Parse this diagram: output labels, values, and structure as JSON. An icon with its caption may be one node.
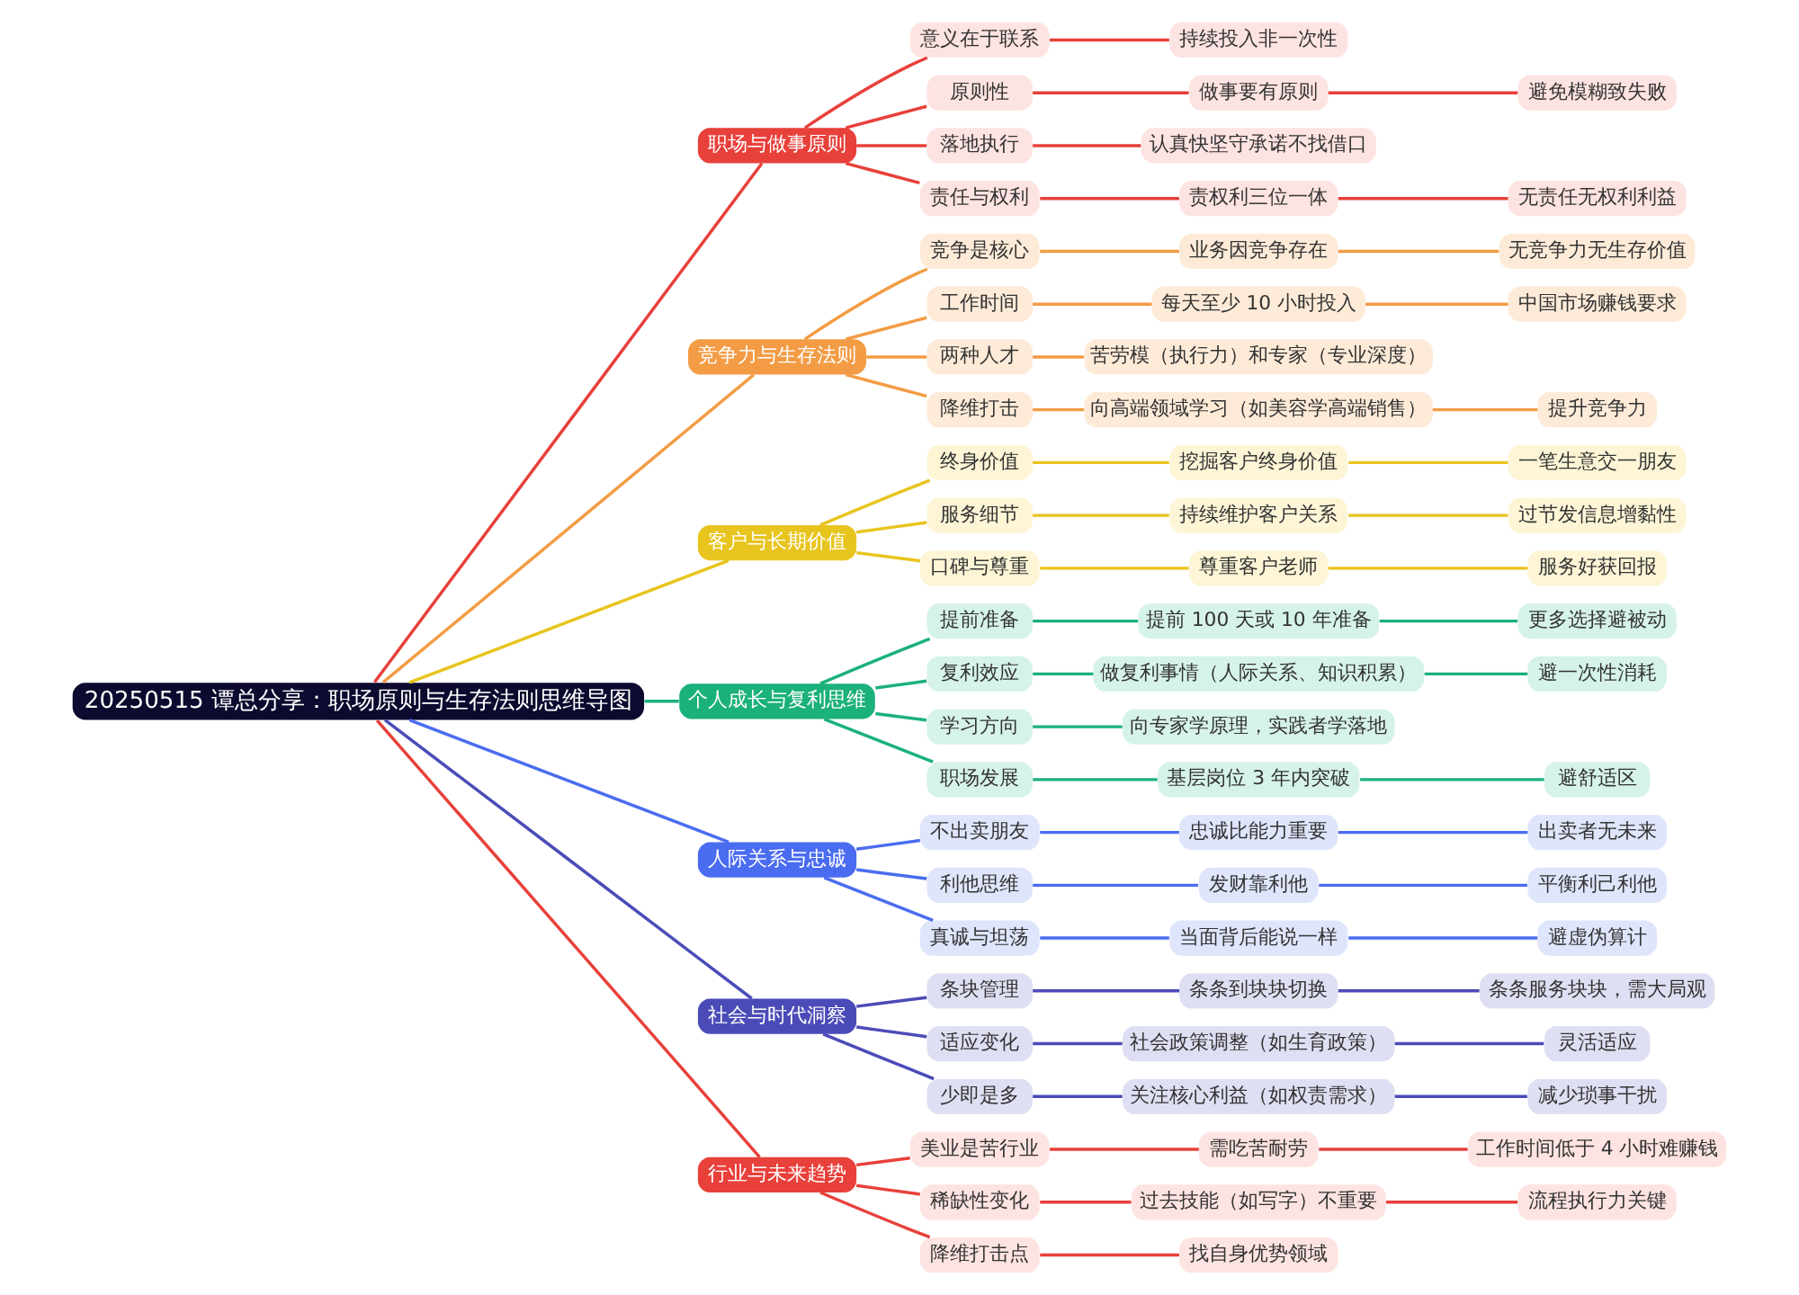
{
  "diagram": {
    "nodes": [
      {
        "text": [
          "20250515 谭总分享：职场原则与生存法则思维导图"
        ]
      },
      {
        "text": [
          "职场与做事原则"
        ]
      },
      {
        "text": [
          "意义在于联系"
        ]
      },
      {
        "text": [
          "持续投入非一次性"
        ]
      },
      {
        "text": [
          "原则性"
        ]
      },
      {
        "text": [
          "做事要有原则"
        ]
      },
      {
        "text": [
          "避免模糊致失败"
        ]
      },
      {
        "text": [
          "落地执行"
        ]
      },
      {
        "text": [
          "认真快坚守承诺不找借口"
        ]
      },
      {
        "text": [
          "责任与权利"
        ]
      },
      {
        "text": [
          "责权利三位一体"
        ]
      },
      {
        "text": [
          "无责任无权利利益"
        ]
      },
      {
        "text": [
          "竞争力与生存法则"
        ]
      },
      {
        "text": [
          "竞争是核心"
        ]
      },
      {
        "text": [
          "业务因竞争存在"
        ]
      },
      {
        "text": [
          "无竞争力无生存价值"
        ]
      },
      {
        "text": [
          "工作时间"
        ]
      },
      {
        "text": [
          "每天至少 10 小时投入"
        ]
      },
      {
        "text": [
          "中国市场赚钱要求"
        ]
      },
      {
        "text": [
          "两种人才"
        ]
      },
      {
        "text": [
          "苦劳模（执行力）和专家（专业深度）"
        ]
      },
      {
        "text": [
          "降维打击"
        ]
      },
      {
        "text": [
          "向高端领域学习（如美容学高端销售）"
        ]
      },
      {
        "text": [
          "提升竞争力"
        ]
      },
      {
        "text": [
          "客户与长期价值"
        ]
      },
      {
        "text": [
          "终身价值"
        ]
      },
      {
        "text": [
          "挖掘客户终身价值"
        ]
      },
      {
        "text": [
          "一笔生意交一朋友"
        ]
      },
      {
        "text": [
          "服务细节"
        ]
      },
      {
        "text": [
          "持续维护客户关系"
        ]
      },
      {
        "text": [
          "过节发信息增黏性"
        ]
      },
      {
        "text": [
          "口碑与尊重"
        ]
      },
      {
        "text": [
          "尊重客户老师"
        ]
      },
      {
        "text": [
          "服务好获回报"
        ]
      },
      {
        "text": [
          "个人成长与复利思维"
        ]
      },
      {
        "text": [
          "提前准备"
        ]
      },
      {
        "text": [
          "提前 100 天或 10 年准备"
        ]
      },
      {
        "text": [
          "更多选择避被动"
        ]
      },
      {
        "text": [
          "复利效应"
        ]
      },
      {
        "text": [
          "做复利事情（人际关系、知识积累）"
        ]
      },
      {
        "text": [
          "避一次性消耗"
        ]
      },
      {
        "text": [
          "学习方向"
        ]
      },
      {
        "text": [
          "向专家学原理，实践者学落地"
        ]
      },
      {
        "text": [
          "职场发展"
        ]
      },
      {
        "text": [
          "基层岗位 3 年内突破"
        ]
      },
      {
        "text": [
          "避舒适区"
        ]
      },
      {
        "text": [
          "人际关系与忠诚"
        ]
      },
      {
        "text": [
          "不出卖朋友"
        ]
      },
      {
        "text": [
          "忠诚比能力重要"
        ]
      },
      {
        "text": [
          "出卖者无未来"
        ]
      },
      {
        "text": [
          "利他思维"
        ]
      },
      {
        "text": [
          "发财靠利他"
        ]
      },
      {
        "text": [
          "平衡利己利他"
        ]
      },
      {
        "text": [
          "真诚与坦荡"
        ]
      },
      {
        "text": [
          "当面背后能说一样"
        ]
      },
      {
        "text": [
          "避虚伪算计"
        ]
      },
      {
        "text": [
          "社会与时代洞察"
        ]
      },
      {
        "text": [
          "条块管理"
        ]
      },
      {
        "text": [
          "条条到块块切换"
        ]
      },
      {
        "text": [
          "条条服务块块，需大局观"
        ]
      },
      {
        "text": [
          "适应变化"
        ]
      },
      {
        "text": [
          "社会政策调整（如生育政策）"
        ]
      },
      {
        "text": [
          "灵活适应"
        ]
      },
      {
        "text": [
          "少即是多"
        ]
      },
      {
        "text": [
          "关注核心利益（如权责需求）"
        ]
      },
      {
        "text": [
          "减少琐事干扰"
        ]
      },
      {
        "text": [
          "行业与未来趋势"
        ]
      },
      {
        "text": [
          "美业是苦行业"
        ]
      },
      {
        "text": [
          "需吃苦耐劳"
        ]
      },
      {
        "text": [
          "工作时间低于 4 小时难赚钱"
        ]
      },
      {
        "text": [
          "稀缺性变化"
        ]
      },
      {
        "text": [
          "过去技能（如写字）不重要"
        ]
      },
      {
        "text": [
          "流程执行力关键"
        ]
      },
      {
        "text": [
          "降维打击点"
        ]
      },
      {
        "text": [
          "找自身优势领域"
        ]
      }
    ],
    "edges": [
      {
        "from": 0,
        "to": 1,
        "arrow": "none",
        "color": "#e8403a"
      },
      {
        "from": 1,
        "to": 2,
        "arrow": "none",
        "color": "#e8403a"
      },
      {
        "from": 2,
        "to": 3,
        "arrow": "none",
        "color": "#e8403a"
      },
      {
        "from": 1,
        "to": 4,
        "arrow": "none",
        "color": "#e8403a"
      },
      {
        "from": 4,
        "to": 5,
        "arrow": "none",
        "color": "#e8403a"
      },
      {
        "from": 5,
        "to": 6,
        "arrow": "none",
        "color": "#e8403a"
      },
      {
        "from": 1,
        "to": 7,
        "arrow": "none",
        "color": "#e8403a"
      },
      {
        "from": 7,
        "to": 8,
        "arrow": "none",
        "color": "#e8403a"
      },
      {
        "from": 1,
        "to": 9,
        "arrow": "none",
        "color": "#e8403a"
      },
      {
        "from": 9,
        "to": 10,
        "arrow": "none",
        "color": "#e8403a"
      },
      {
        "from": 10,
        "to": 11,
        "arrow": "none",
        "color": "#e8403a"
      },
      {
        "from": 0,
        "to": 12,
        "arrow": "none",
        "color": "#f39c45"
      },
      {
        "from": 12,
        "to": 13,
        "arrow": "none",
        "color": "#f39c45"
      },
      {
        "from": 13,
        "to": 14,
        "arrow": "none",
        "color": "#f39c45"
      },
      {
        "from": 14,
        "to": 15,
        "arrow": "none",
        "color": "#f39c45"
      },
      {
        "from": 12,
        "to": 16,
        "arrow": "none",
        "color": "#f39c45"
      },
      {
        "from": 16,
        "to": 17,
        "arrow": "none",
        "color": "#f39c45"
      },
      {
        "from": 17,
        "to": 18,
        "arrow": "none",
        "color": "#f39c45"
      },
      {
        "from": 12,
        "to": 19,
        "arrow": "none",
        "color": "#f39c45"
      },
      {
        "from": 19,
        "to": 20,
        "arrow": "none",
        "color": "#f39c45"
      },
      {
        "from": 12,
        "to": 21,
        "arrow": "none",
        "color": "#f39c45"
      },
      {
        "from": 21,
        "to": 22,
        "arrow": "none",
        "color": "#f39c45"
      },
      {
        "from": 22,
        "to": 23,
        "arrow": "none",
        "color": "#f39c45"
      },
      {
        "from": 0,
        "to": 24,
        "arrow": "none",
        "color": "#e8c41e"
      },
      {
        "from": 24,
        "to": 25,
        "arrow": "none",
        "color": "#e8c41e"
      },
      {
        "from": 25,
        "to": 26,
        "arrow": "none",
        "color": "#e8c41e"
      },
      {
        "from": 26,
        "to": 27,
        "arrow": "none",
        "color": "#e8c41e"
      },
      {
        "from": 24,
        "to": 28,
        "arrow": "none",
        "color": "#e8c41e"
      },
      {
        "from": 28,
        "to": 29,
        "arrow": "none",
        "color": "#e8c41e"
      },
      {
        "from": 29,
        "to": 30,
        "arrow": "none",
        "color": "#e8c41e"
      },
      {
        "from": 24,
        "to": 31,
        "arrow": "none",
        "color": "#e8c41e"
      },
      {
        "from": 31,
        "to": 32,
        "arrow": "none",
        "color": "#e8c41e"
      },
      {
        "from": 32,
        "to": 33,
        "arrow": "none",
        "color": "#e8c41e"
      },
      {
        "from": 0,
        "to": 34,
        "arrow": "none",
        "color": "#1bb17a"
      },
      {
        "from": 34,
        "to": 35,
        "arrow": "none",
        "color": "#1bb17a"
      },
      {
        "from": 35,
        "to": 36,
        "arrow": "none",
        "color": "#1bb17a"
      },
      {
        "from": 36,
        "to": 37,
        "arrow": "none",
        "color": "#1bb17a"
      },
      {
        "from": 34,
        "to": 38,
        "arrow": "none",
        "color": "#1bb17a"
      },
      {
        "from": 38,
        "to": 39,
        "arrow": "none",
        "color": "#1bb17a"
      },
      {
        "from": 39,
        "to": 40,
        "arrow": "none",
        "color": "#1bb17a"
      },
      {
        "from": 34,
        "to": 41,
        "arrow": "none",
        "color": "#1bb17a"
      },
      {
        "from": 41,
        "to": 42,
        "arrow": "none",
        "color": "#1bb17a"
      },
      {
        "from": 34,
        "to": 43,
        "arrow": "none",
        "color": "#1bb17a"
      },
      {
        "from": 43,
        "to": 44,
        "arrow": "none",
        "color": "#1bb17a"
      },
      {
        "from": 44,
        "to": 45,
        "arrow": "none",
        "color": "#1bb17a"
      },
      {
        "from": 0,
        "to": 46,
        "arrow": "none",
        "color": "#4a6cf0"
      },
      {
        "from": 46,
        "to": 47,
        "arrow": "none",
        "color": "#4a6cf0"
      },
      {
        "from": 47,
        "to": 48,
        "arrow": "none",
        "color": "#4a6cf0"
      },
      {
        "from": 48,
        "to": 49,
        "arrow": "none",
        "color": "#4a6cf0"
      },
      {
        "from": 46,
        "to": 50,
        "arrow": "none",
        "color": "#4a6cf0"
      },
      {
        "from": 50,
        "to": 51,
        "arrow": "none",
        "color": "#4a6cf0"
      },
      {
        "from": 51,
        "to": 52,
        "arrow": "none",
        "color": "#4a6cf0"
      },
      {
        "from": 46,
        "to": 53,
        "arrow": "none",
        "color": "#4a6cf0"
      },
      {
        "from": 53,
        "to": 54,
        "arrow": "none",
        "color": "#4a6cf0"
      },
      {
        "from": 54,
        "to": 55,
        "arrow": "none",
        "color": "#4a6cf0"
      },
      {
        "from": 0,
        "to": 56,
        "arrow": "none",
        "color": "#4b4bb8"
      },
      {
        "from": 56,
        "to": 57,
        "arrow": "none",
        "color": "#4b4bb8"
      },
      {
        "from": 57,
        "to": 58,
        "arrow": "none",
        "color": "#4b4bb8"
      },
      {
        "from": 58,
        "to": 59,
        "arrow": "none",
        "color": "#4b4bb8"
      },
      {
        "from": 56,
        "to": 60,
        "arrow": "none",
        "color": "#4b4bb8"
      },
      {
        "from": 60,
        "to": 61,
        "arrow": "none",
        "color": "#4b4bb8"
      },
      {
        "from": 61,
        "to": 62,
        "arrow": "none",
        "color": "#4b4bb8"
      },
      {
        "from": 56,
        "to": 63,
        "arrow": "none",
        "color": "#4b4bb8"
      },
      {
        "from": 63,
        "to": 64,
        "arrow": "none",
        "color": "#4b4bb8"
      },
      {
        "from": 64,
        "to": 65,
        "arrow": "none",
        "color": "#4b4bb8"
      },
      {
        "from": 0,
        "to": 66,
        "arrow": "none",
        "color": "#e8403a"
      },
      {
        "from": 66,
        "to": 67,
        "arrow": "none",
        "color": "#e8403a"
      },
      {
        "from": 67,
        "to": 68,
        "arrow": "none",
        "color": "#e8403a"
      },
      {
        "from": 68,
        "to": 69,
        "arrow": "none",
        "color": "#e8403a"
      },
      {
        "from": 66,
        "to": 70,
        "arrow": "none",
        "color": "#e8403a"
      },
      {
        "from": 70,
        "to": 71,
        "arrow": "none",
        "color": "#e8403a"
      },
      {
        "from": 71,
        "to": 72,
        "arrow": "none",
        "color": "#e8403a"
      },
      {
        "from": 66,
        "to": 73,
        "arrow": "none",
        "color": "#e8403a"
      },
      {
        "from": 73,
        "to": 74,
        "arrow": "none",
        "color": "#e8403a"
      }
    ]
  }
}
